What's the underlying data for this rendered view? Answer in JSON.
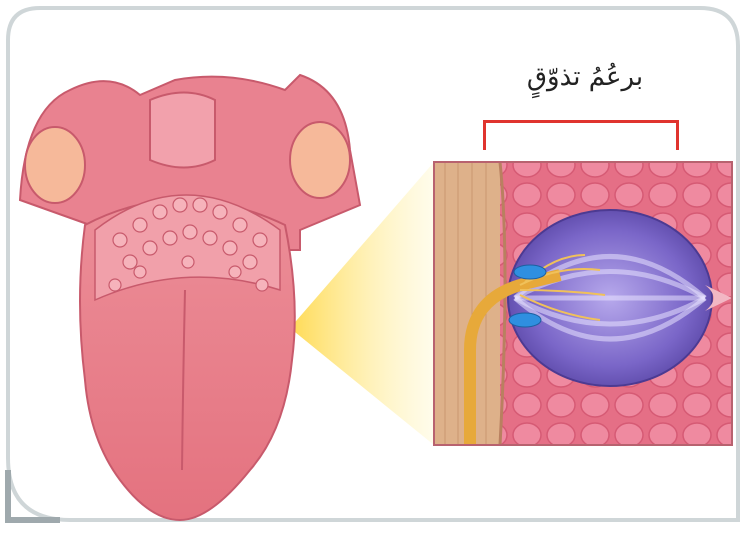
{
  "label": {
    "text": "برعُمُ تذوّقٍ",
    "bracket_color": "#e0342e"
  },
  "illustration": {
    "subject_left": "tongue-illustration",
    "subject_right": "taste-bud-magnified-illustration",
    "connector": "zoom-highlight"
  },
  "colors": {
    "frame": "#cfd6d8",
    "zoom_highlight": "#ffd84a",
    "tongue": "#e77f8a",
    "tissue": "#e06c82",
    "taste_bud": "#6c58b8",
    "nerve": "#e7a93a"
  }
}
